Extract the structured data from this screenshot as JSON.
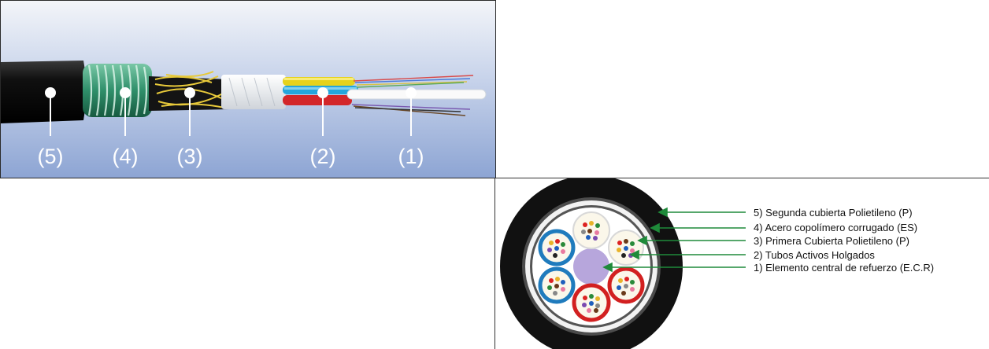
{
  "photo": {
    "callouts": [
      {
        "id": "5",
        "label": "(5)"
      },
      {
        "id": "4",
        "label": "(4)"
      },
      {
        "id": "3",
        "label": "(3)"
      },
      {
        "id": "2",
        "label": "(2)"
      },
      {
        "id": "1",
        "label": "(1)"
      }
    ]
  },
  "legend": [
    "5) Segunda cubierta Polietileno  (P)",
    "4) Acero copolímero corrugado (ES)",
    "3) Primera Cubierta Polietileno (P)",
    "2) Tubos Activos Holgados",
    "1) Elemento central de refuerzo (E.C.R)"
  ],
  "colors": {
    "jacket": "#0d0d0d",
    "armor": "#2f8f6a",
    "arrow": "#1f8a3a",
    "tube_blue": "#1f7bbd",
    "tube_red": "#d22020",
    "center_member": "#b7a6dc",
    "background_top": "#f2f4f8",
    "background_bottom": "#8fa7d4"
  }
}
